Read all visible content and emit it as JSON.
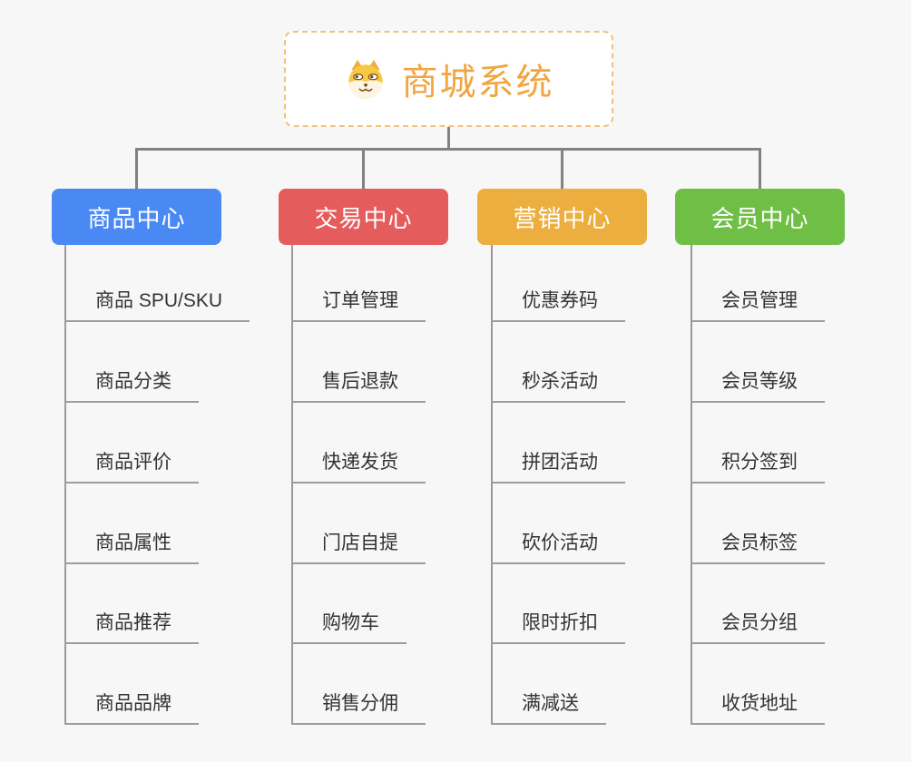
{
  "page": {
    "background_color": "#f7f7f7",
    "connector_color": "#828282"
  },
  "root": {
    "title": "商城系统",
    "icon": "dog-face-icon",
    "text_color": "#f0a640",
    "border_color": "#f2c27a"
  },
  "branches": [
    {
      "label": "商品中心",
      "color": "#4a89f3",
      "items": [
        "商品 SPU/SKU",
        "商品分类",
        "商品评价",
        "商品属性",
        "商品推荐",
        "商品品牌"
      ]
    },
    {
      "label": "交易中心",
      "color": "#e55c5c",
      "items": [
        "订单管理",
        "售后退款",
        "快递发货",
        "门店自提",
        "购物车",
        "销售分佣"
      ]
    },
    {
      "label": "营销中心",
      "color": "#edae40",
      "items": [
        "优惠券码",
        "秒杀活动",
        "拼团活动",
        "砍价活动",
        "限时折扣",
        "满减送"
      ]
    },
    {
      "label": "会员中心",
      "color": "#6fbf46",
      "items": [
        "会员管理",
        "会员等级",
        "积分签到",
        "会员标签",
        "会员分组",
        "收货地址"
      ]
    }
  ]
}
